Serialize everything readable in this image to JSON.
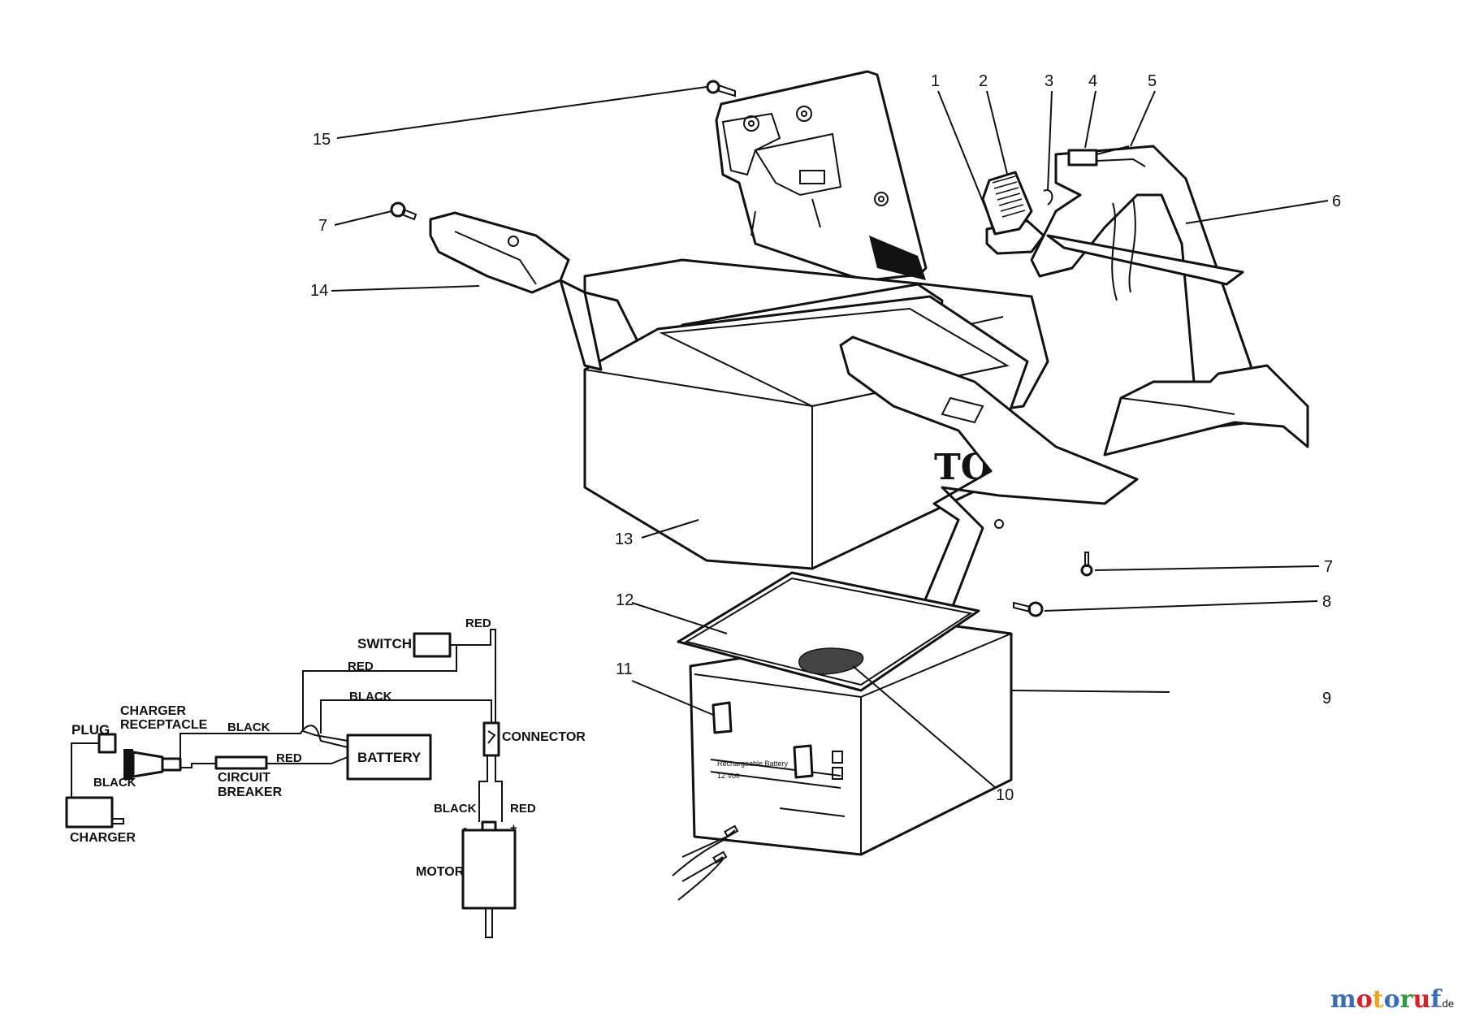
{
  "diagram": {
    "callouts": [
      "1",
      "2",
      "3",
      "4",
      "5",
      "6",
      "7",
      "7",
      "8",
      "9",
      "10",
      "11",
      "12",
      "13",
      "14",
      "15"
    ],
    "body_lettering": "TO",
    "battery_print_1": "Rechargeable Battery",
    "battery_print_2": "12 Volt",
    "wiring": {
      "switch": "SWITCH",
      "red_top": "RED",
      "red_mid": "RED",
      "black_mid": "BLACK",
      "charger_receptacle_1": "CHARGER",
      "charger_receptacle_2": "RECEPTACLE",
      "black_left": "BLACK",
      "plug": "PLUG",
      "battery": "BATTERY",
      "connector": "CONNECTOR",
      "red_low": "RED",
      "circuit_breaker_1": "CIRCUIT",
      "circuit_breaker_2": "BREAKER",
      "black_charger": "BLACK",
      "charger": "CHARGER",
      "black_motor": "BLACK",
      "red_motor": "RED",
      "minus": "-",
      "plus": "+",
      "motor": "MOTOR"
    }
  },
  "watermark": {
    "letters": [
      "m",
      "o",
      "t",
      "o",
      "r",
      "u",
      "f"
    ],
    "tld": ".de",
    "colors": [
      "#3b6db5",
      "#d6232a",
      "#f0a51c",
      "#3b6db5",
      "#2e9a3e",
      "#d6232a",
      "#3b6db5"
    ]
  }
}
